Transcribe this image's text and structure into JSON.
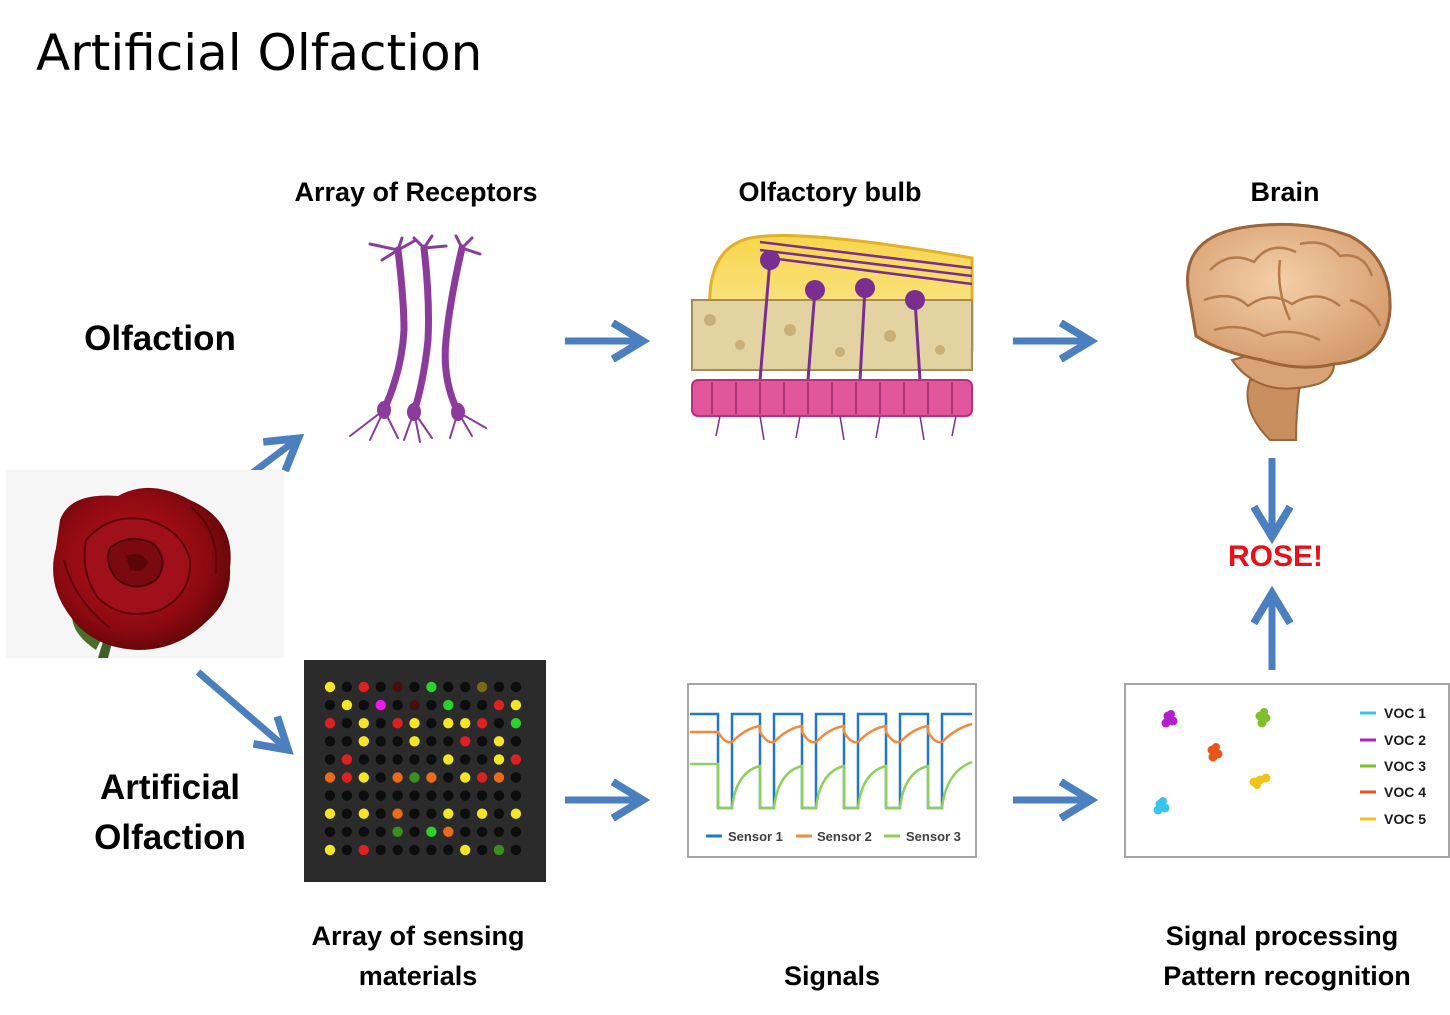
{
  "title": "Artificial Olfaction",
  "row_labels": {
    "olfaction": "Olfaction",
    "artificial_line1": "Artificial",
    "artificial_line2": "Olfaction"
  },
  "stage_labels": {
    "receptors": "Array of Receptors",
    "bulb": "Olfactory bulb",
    "brain": "Brain",
    "sensing_line1": "Array of sensing",
    "sensing_line2": "materials",
    "signals": "Signals",
    "processing_line1": "Signal processing",
    "processing_line2": "Pattern recognition"
  },
  "result": "ROSE!",
  "signals_legend": [
    {
      "name": "Sensor 1",
      "color": "#1f78c8"
    },
    {
      "name": "Sensor 2",
      "color": "#f08a3c"
    },
    {
      "name": "Sensor 3",
      "color": "#8fd05a"
    }
  ],
  "clusters_legend": [
    {
      "name": "VOC 1",
      "color": "#38c4ee"
    },
    {
      "name": "VOC 2",
      "color": "#b41ecb"
    },
    {
      "name": "VOC 3",
      "color": "#7dc12a"
    },
    {
      "name": "VOC 4",
      "color": "#e8541a"
    },
    {
      "name": "VOC 5",
      "color": "#f0c418"
    }
  ],
  "colors": {
    "arrow": "#4a7fc0",
    "sensor_bg": "#2b2b2b",
    "rose_red": "#e8111a"
  },
  "sensor_array": [
    [
      "yellow",
      "black",
      "red",
      "black",
      "darkred",
      "black",
      "green",
      "black",
      "black",
      "olive",
      "black",
      "black"
    ],
    [
      "black",
      "yellow",
      "black",
      "magenta",
      "black",
      "darkred",
      "black",
      "green",
      "black",
      "black",
      "red",
      "yellow"
    ],
    [
      "red",
      "black",
      "yellow",
      "black",
      "red",
      "yellow",
      "black",
      "yellow",
      "yellow",
      "red",
      "black",
      "green"
    ],
    [
      "black",
      "black",
      "yellow",
      "black",
      "black",
      "yellow",
      "black",
      "black",
      "red",
      "black",
      "yellow",
      "black"
    ],
    [
      "black",
      "red",
      "black",
      "black",
      "black",
      "black",
      "black",
      "yellow",
      "black",
      "black",
      "yellow",
      "red"
    ],
    [
      "orange",
      "red",
      "yellow",
      "black",
      "orange",
      "darkgreen",
      "orange",
      "black",
      "yellow",
      "red",
      "orange",
      "black"
    ],
    [
      "black",
      "black",
      "black",
      "black",
      "black",
      "black",
      "black",
      "black",
      "black",
      "black",
      "black",
      "black"
    ],
    [
      "yellow",
      "black",
      "yellow",
      "black",
      "orange",
      "black",
      "black",
      "yellow",
      "black",
      "yellow",
      "black",
      "yellow"
    ],
    [
      "black",
      "black",
      "black",
      "black",
      "darkgreen",
      "black",
      "green",
      "orange",
      "black",
      "black",
      "black",
      "black"
    ],
    [
      "yellow",
      "black",
      "red",
      "black",
      "black",
      "black",
      "black",
      "black",
      "yellow",
      "black",
      "darkgreen",
      "black"
    ]
  ]
}
